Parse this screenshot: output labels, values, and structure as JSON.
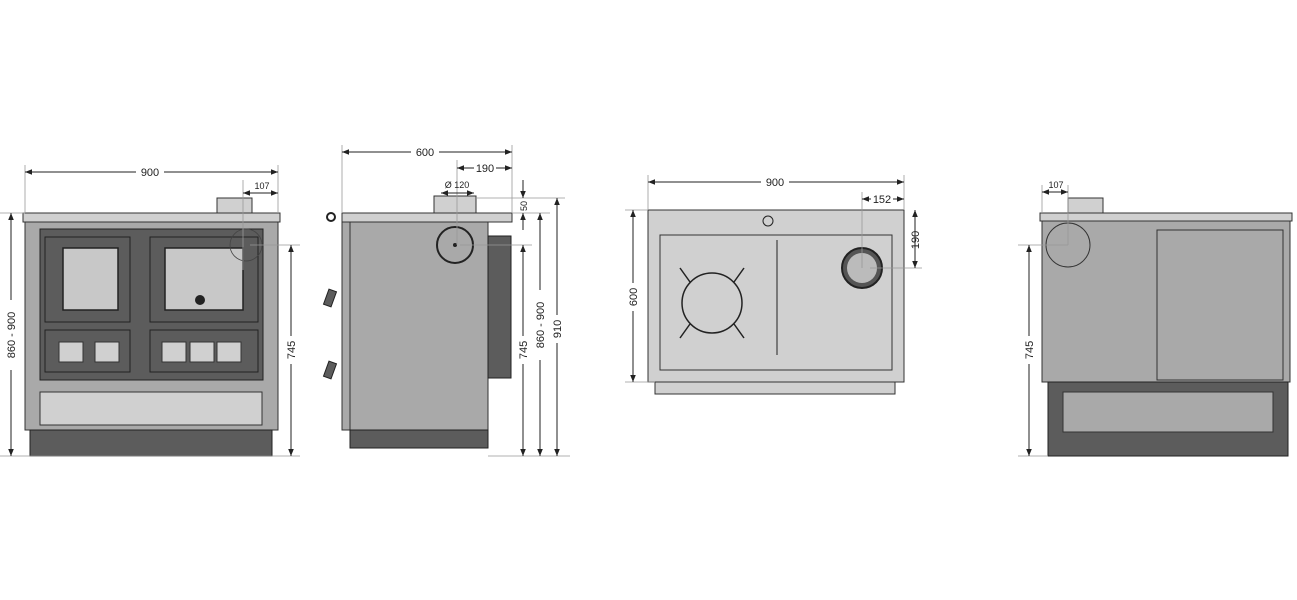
{
  "views": {
    "front": {
      "width": "900",
      "flue_offset": "107",
      "height_range": "860 - 900",
      "flue_height": "745"
    },
    "side": {
      "depth": "600",
      "flue_offset": "190",
      "flue_diameter": "Ø 120",
      "flue_collar": "50",
      "flue_height": "745",
      "height_range": "860 - 900",
      "total_height": "910"
    },
    "top": {
      "width": "900",
      "flue_offset_x": "152",
      "flue_offset_y": "190",
      "depth": "600"
    },
    "back": {
      "flue_offset": "107",
      "flue_height": "745"
    }
  },
  "colors": {
    "body": "#a9a9a9",
    "dark": "#5c5c5c",
    "line": "#222222"
  }
}
